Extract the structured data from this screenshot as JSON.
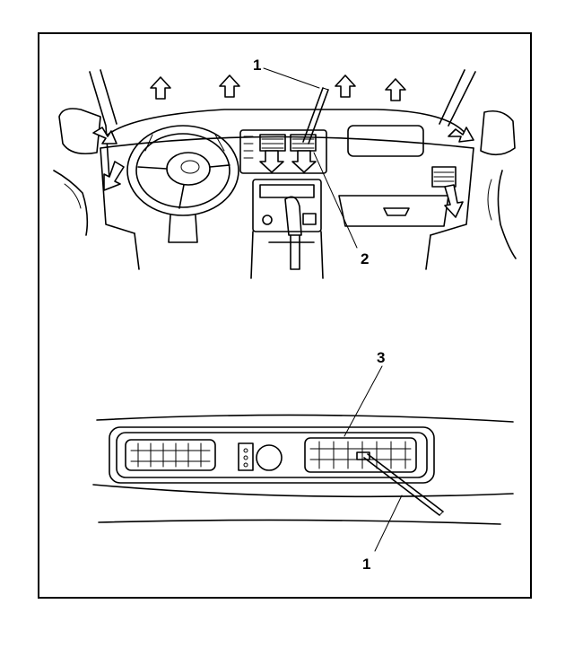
{
  "callouts": {
    "top_1": "1",
    "top_2": "2",
    "bottom_3": "3",
    "bottom_1": "1"
  }
}
